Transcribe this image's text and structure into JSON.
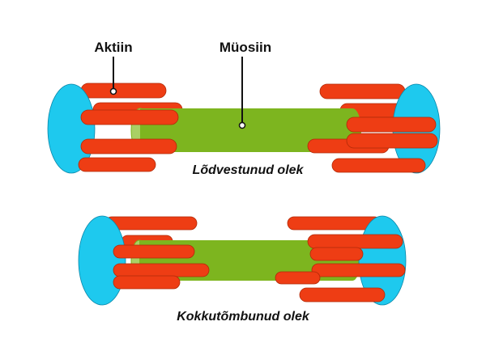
{
  "labels": {
    "actin": "Aktiin",
    "myosin": "Müosiin",
    "relaxed": "Lõdvestunud olek",
    "contracted": "Kokkutõmbunud olek"
  },
  "colors": {
    "actin": "#ee3d14",
    "actin_stroke": "#b02a08",
    "myosin": "#7db51f",
    "myosin_light": "#a9d065",
    "z_disc": "#1ec9ee",
    "z_disc_stroke": "#0a86a8",
    "pointer": "#111111"
  },
  "states": [
    "relaxed",
    "contracted"
  ]
}
